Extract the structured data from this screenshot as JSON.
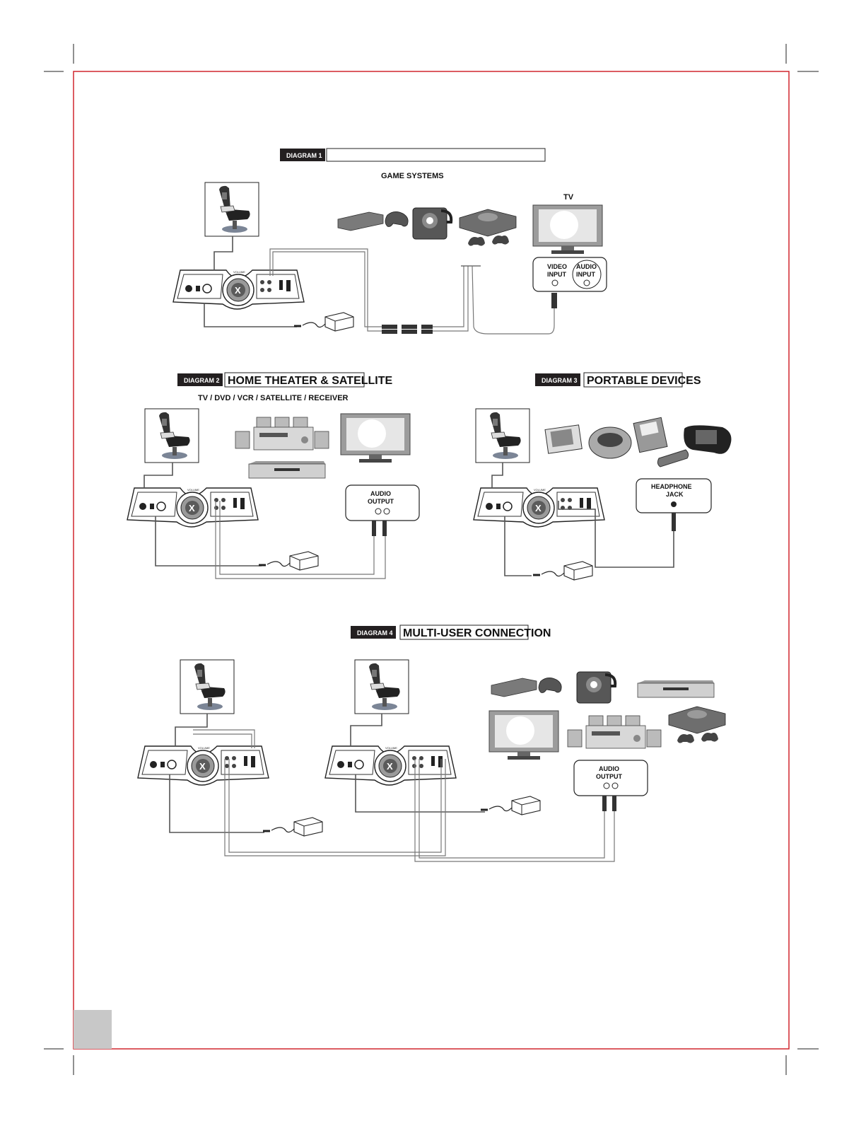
{
  "colors": {
    "frame": "#d0262e",
    "tag_bg": "#231f20",
    "page_tab": "#c8c8c8"
  },
  "diagram1": {
    "tag": "DIAGRAM 1",
    "title": "",
    "systems_label": "GAME SYSTEMS",
    "tv_label": "TV",
    "video_input": [
      "VIDEO",
      "INPUT"
    ],
    "audio_input": [
      "AUDIO",
      "INPUT"
    ]
  },
  "diagram2": {
    "tag": "DIAGRAM 2",
    "title": "HOME THEATER & SATELLITE",
    "subtitle": "TV / DVD / VCR / SATELLITE / RECEIVER",
    "audio_output": [
      "AUDIO",
      "OUTPUT"
    ]
  },
  "diagram3": {
    "tag": "DIAGRAM 3",
    "title": "PORTABLE DEVICES",
    "headphone_jack": [
      "HEADPHONE",
      "JACK"
    ]
  },
  "diagram4": {
    "tag": "DIAGRAM 4",
    "title": "MULTI-USER CONNECTION",
    "audio_output": [
      "AUDIO",
      "OUTPUT"
    ]
  },
  "icons": [
    "chair-icon",
    "control-panel-icon",
    "power-adapter-icon",
    "game-console-icon",
    "tv-icon",
    "receiver-icon",
    "dvd-player-icon",
    "portable-device-icon"
  ]
}
